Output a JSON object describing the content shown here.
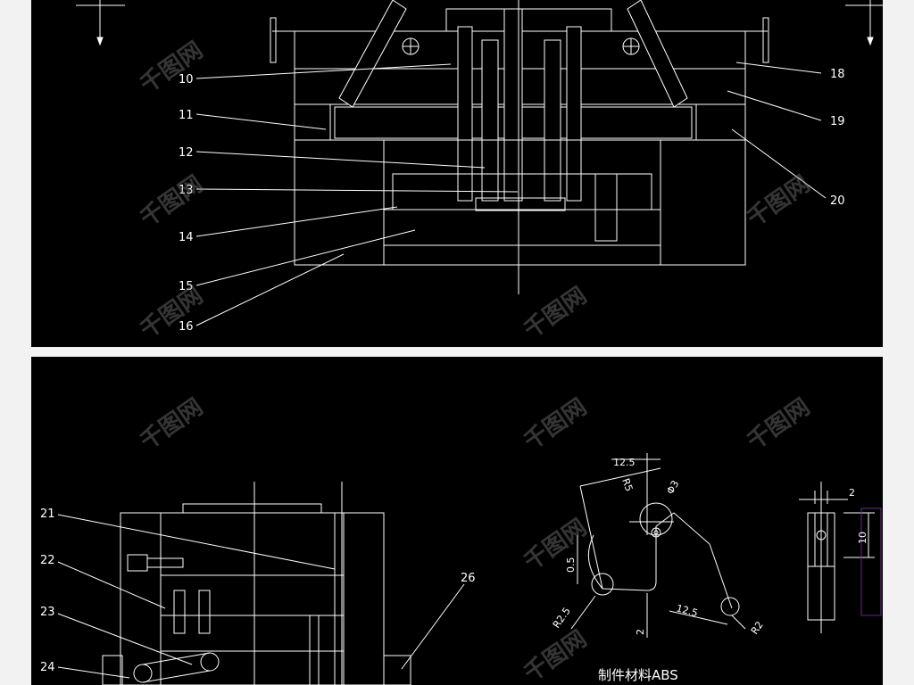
{
  "top_callouts": [
    "10",
    "11",
    "12",
    "13",
    "14",
    "15",
    "16",
    "18",
    "19",
    "20"
  ],
  "bottom_callouts": [
    "21",
    "22",
    "23",
    "24",
    "26"
  ],
  "dimensions": {
    "d125_top": "12.5",
    "r5": "R5",
    "phi3": "Φ3",
    "d05": "0.5",
    "r25": "R2.5",
    "d2_left": "2",
    "d125_bottom": "12.5",
    "r2": "R2",
    "d2_right": "2",
    "d10": "10"
  },
  "material_note": "制件材料ABS",
  "watermark": "千图网",
  "colors": {
    "background": "#000000",
    "lines": "#ffffff",
    "frame": "#f2f2f2"
  }
}
